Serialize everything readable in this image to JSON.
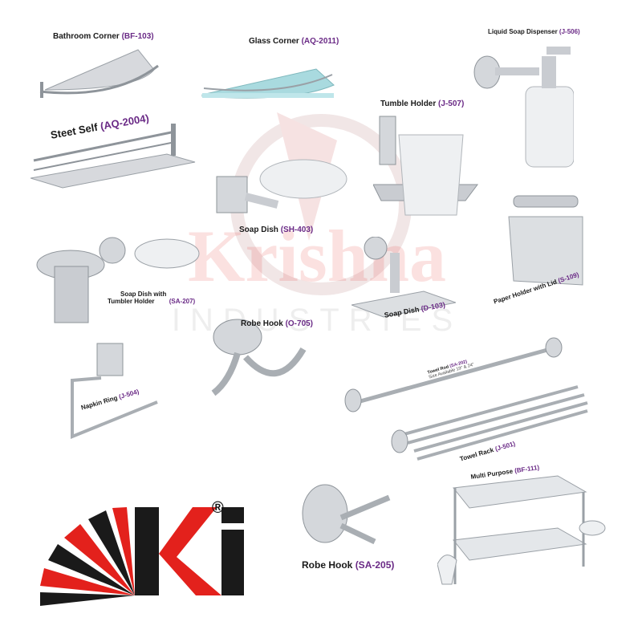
{
  "watermark": {
    "brand": "Krishna",
    "sub": "INDUSTRIES"
  },
  "logo": {
    "registered_mark": "®"
  },
  "products": [
    {
      "name": "Bathroom Corner",
      "code": "(BF-103)"
    },
    {
      "name": "Glass Corner",
      "code": "(AQ-2011)"
    },
    {
      "name": "Liquid Soap Dispenser",
      "code": "(J-506)"
    },
    {
      "name": "Tumble Holder",
      "code": "(J-507)"
    },
    {
      "name": "Steet Self",
      "code": "(AQ-2004)"
    },
    {
      "name": "Soap Dish",
      "code": "(SH-403)"
    },
    {
      "name": "Soap Dish with",
      "name2": "Tumbler Holder",
      "code": "(SA-207)"
    },
    {
      "name": "Soap Dish",
      "code": "(D-103)"
    },
    {
      "name": "Paper Holder with Lid",
      "code": "(S-109)"
    },
    {
      "name": "Robe Hook",
      "code": "(O-705)"
    },
    {
      "name": "Napkin Ring",
      "code": "(J-504)"
    },
    {
      "name": "Towel Rod",
      "code": "(SA-202)",
      "note": "Size Available 19\" & 24\""
    },
    {
      "name": "Towel Rack",
      "code": "(J-501)"
    },
    {
      "name": "Multi Purpose",
      "code": "(BF-111)"
    },
    {
      "name": "Robe Hook",
      "code": "(SA-205)"
    }
  ],
  "colors": {
    "logo_red": "#e3211c",
    "logo_black": "#1a1a1a",
    "code_purple": "#6a2a86",
    "steel": "#c9ccd1",
    "glass": "#a9dadf"
  }
}
